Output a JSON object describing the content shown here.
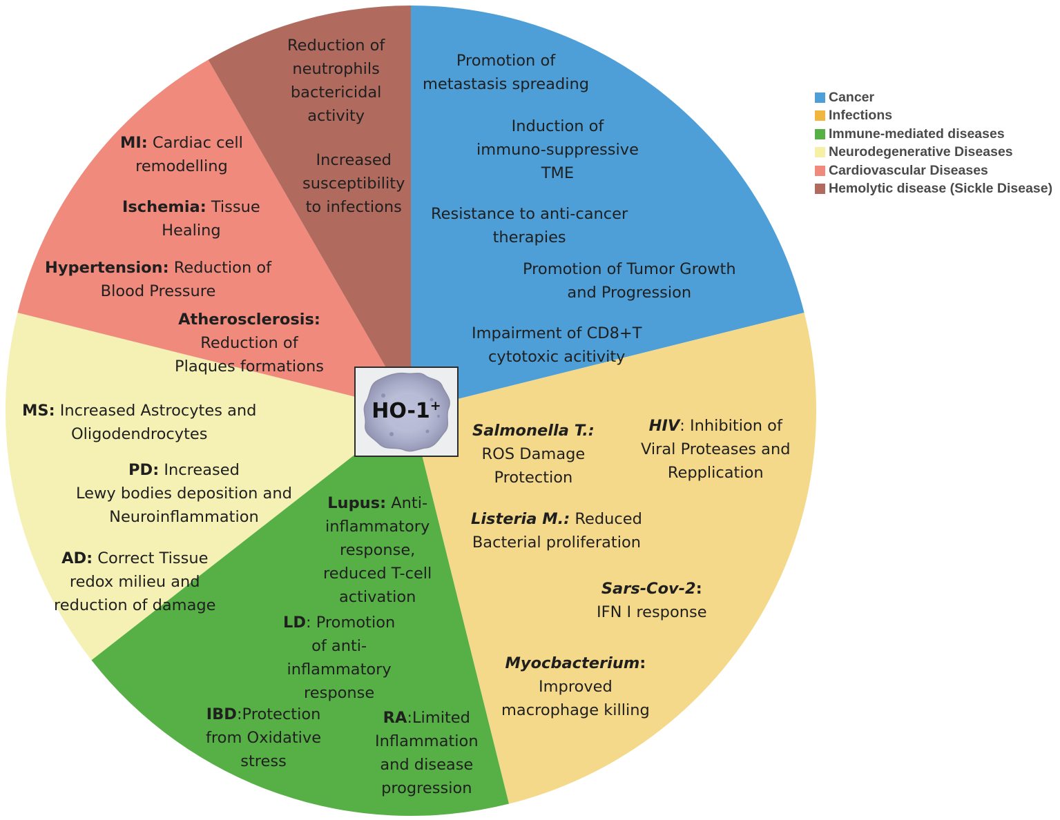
{
  "center": {
    "label": "HO-1",
    "superscript": "+"
  },
  "legend": [
    {
      "label": "Cancer",
      "color": "#4e9fd7"
    },
    {
      "label": "Infections",
      "color": "#f0b63e"
    },
    {
      "label": "Immune-mediated diseases",
      "color": "#56b046"
    },
    {
      "label": "Neurodegenerative Diseases",
      "color": "#f5f0a6"
    },
    {
      "label": "Cardiovascular Diseases",
      "color": "#ef8a7d"
    },
    {
      "label": "Hemolytic disease (Sickle Disease)",
      "color": "#b06a5e"
    }
  ],
  "sectors": [
    {
      "category": "Cancer",
      "color": "#4e9fd7",
      "from_deg": 0,
      "to_deg": 76
    },
    {
      "category": "Infections",
      "color": "#f4d98a",
      "from_deg": 76,
      "to_deg": 166
    },
    {
      "category": "Immune-mediated diseases",
      "color": "#56b046",
      "from_deg": 166,
      "to_deg": 232
    },
    {
      "category": "Neurodegenerative Diseases",
      "color": "#f5f0b4",
      "from_deg": 232,
      "to_deg": 284
    },
    {
      "category": "Cardiovascular Diseases",
      "color": "#ef8a7d",
      "from_deg": 284,
      "to_deg": 330
    },
    {
      "category": "Hemolytic disease (Sickle Disease)",
      "color": "#b06a5e",
      "from_deg": 330,
      "to_deg": 360
    }
  ],
  "texts": {
    "cancer_1": [
      "Promotion of",
      "metastasis spreading"
    ],
    "cancer_2": [
      "Induction of",
      "immuno-suppressive",
      "TME"
    ],
    "cancer_3": [
      "Resistance to anti-cancer",
      "therapies"
    ],
    "cancer_4": [
      "Promotion of Tumor Growth",
      "and Progression"
    ],
    "cancer_5": [
      "Impairment of CD8+T",
      "cytotoxic acitivity"
    ],
    "hemo_1": [
      "Reduction of",
      "neutrophils",
      "bactericidal",
      "activity"
    ],
    "hemo_2": [
      "Increased",
      "susceptibility",
      "to infections"
    ],
    "mi": {
      "term": "MI:",
      "rest": " Cardiac cell",
      "line2": "remodelling"
    },
    "ischemia": {
      "term": "Ischemia:",
      "rest": " Tissue",
      "line2": "Healing"
    },
    "hypertension": {
      "term": "Hypertension:",
      "rest": " Reduction of",
      "line2": "Blood Pressure"
    },
    "athero": {
      "term": "Atherosclerosis:",
      "line2": "Reduction of",
      "line3": "Plaques formations"
    },
    "ms": {
      "term": "MS:",
      "rest": " Increased  Astrocytes and",
      "line2": "Oligodendrocytes"
    },
    "pd": {
      "term": "PD:",
      "rest": " Increased",
      "line2": "Lewy bodies deposition and",
      "line3": "Neuroinflammation"
    },
    "ad": {
      "term": "AD:",
      "rest": " Correct Tissue",
      "line2": "redox milieu and",
      "line3": "reduction of damage"
    },
    "salmonella": {
      "term": "Salmonella T.:",
      "line2": "ROS Damage",
      "line3": "Protection"
    },
    "hiv": {
      "term": "HIV",
      "rest": ": Inhibition of",
      "line2": "Viral Proteases and",
      "line3": "Repplication"
    },
    "listeria": {
      "term": "Listeria M.:",
      "rest": " Reduced",
      "line2": "Bacterial proliferation"
    },
    "sars": {
      "term": "Sars-Cov-2",
      "rest": ":",
      "line2": "IFN I response"
    },
    "myco": {
      "term": "Myocbacterium",
      "rest": ":",
      "line2": "Improved",
      "line3": "macrophage killing"
    },
    "lupus": {
      "term": "Lupus:",
      "rest": " Anti-",
      "line2": "inflammatory",
      "line3": "response,",
      "line4": "reduced T-cell",
      "line5": "activation"
    },
    "ld": {
      "term": "LD",
      "rest": ": Promotion",
      "line2": "of  anti-",
      "line3": "inflammatory",
      "line4": "response"
    },
    "ibd": {
      "term": "IBD",
      "rest": ":Protection",
      "line2": "from Oxidative",
      "line3": "stress"
    },
    "ra": {
      "term": "RA",
      "rest": ":Limited",
      "line2": "Inflammation",
      "line3": "and disease",
      "line4": "progression"
    }
  }
}
